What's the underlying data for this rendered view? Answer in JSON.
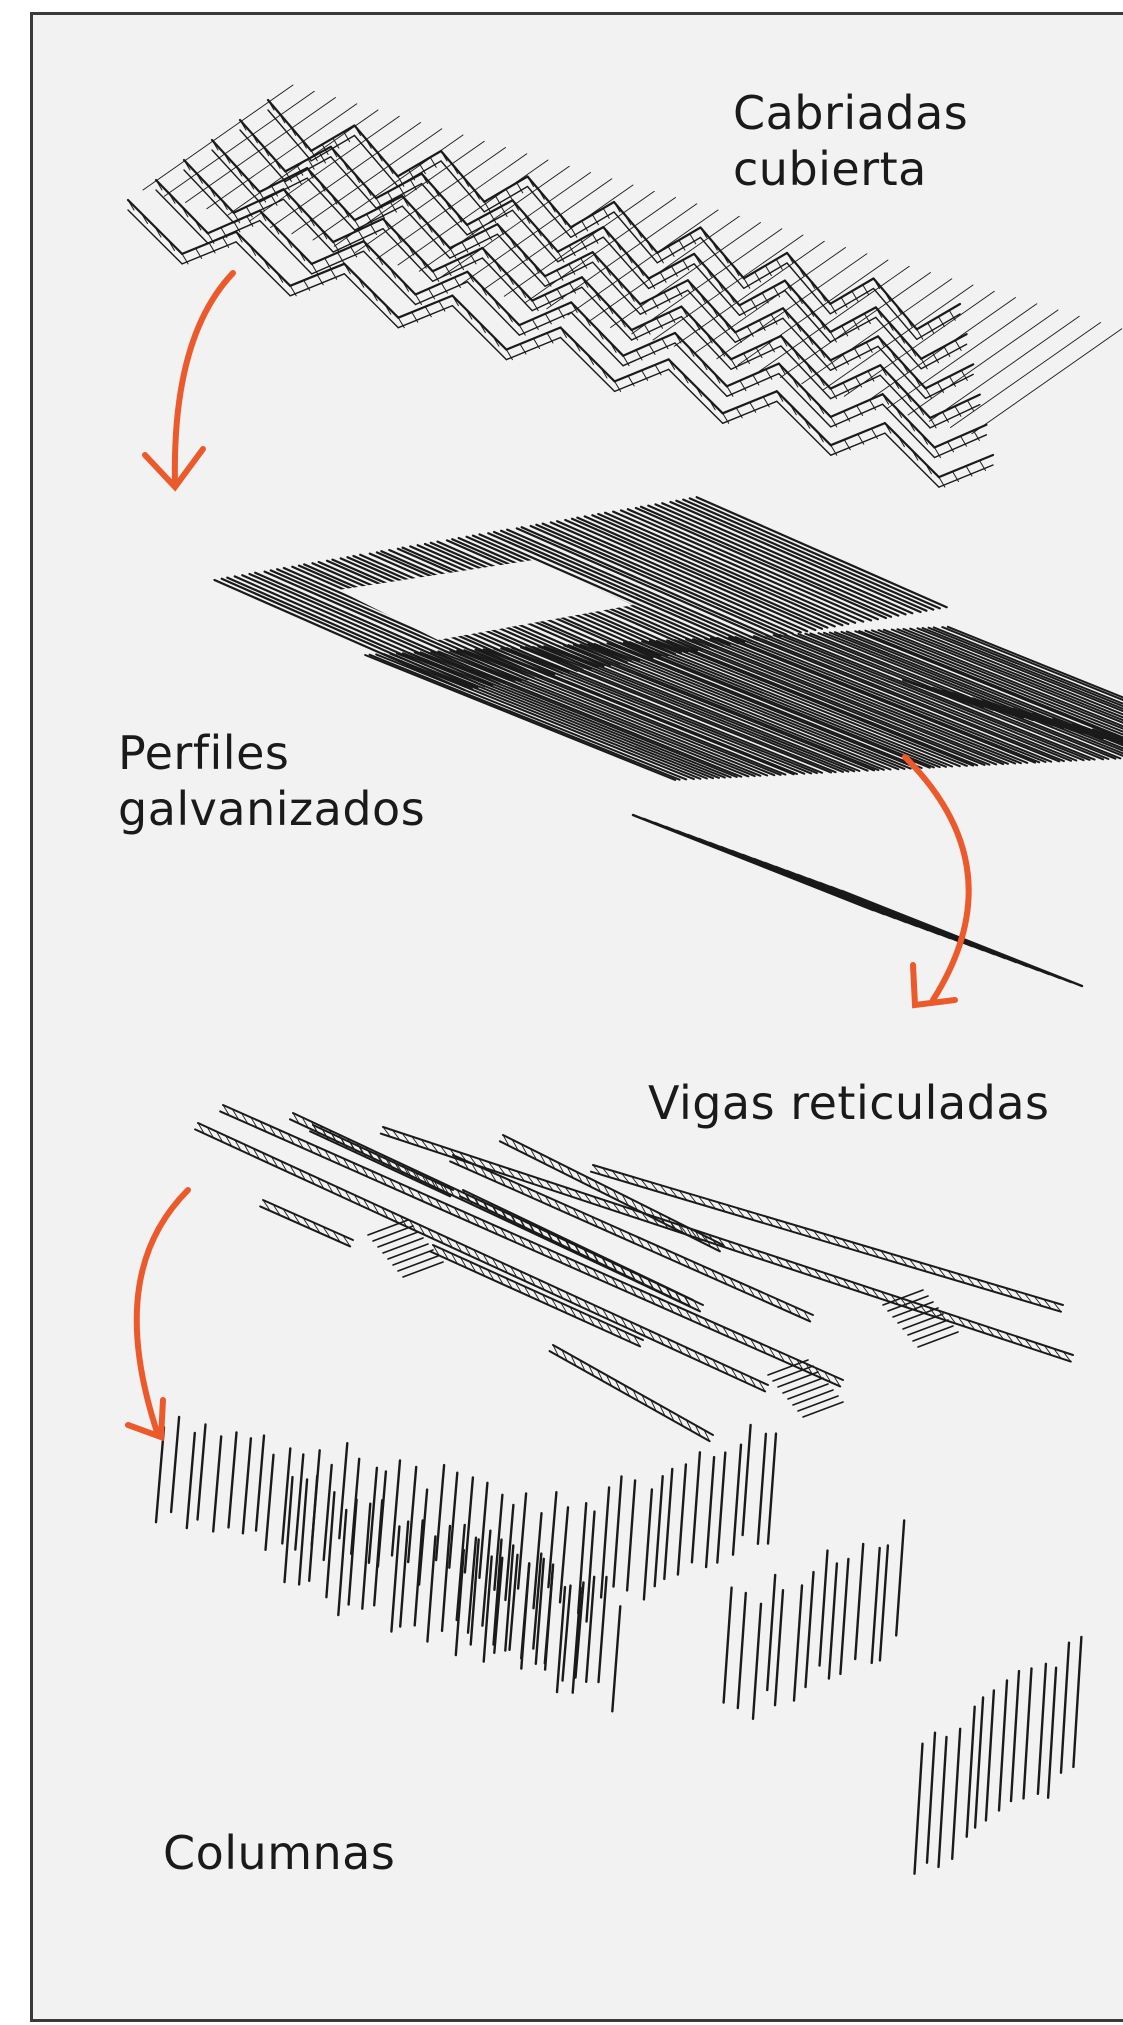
{
  "diagram": {
    "labels": {
      "cabriadas_line1": "Cabriadas",
      "cabriadas_line2": "cubierta",
      "perfiles_line1": "Perfiles",
      "perfiles_line2": "galvanizados",
      "vigas": "Vigas reticuladas",
      "columnas": "Columnas"
    },
    "layers": [
      {
        "name": "Cabriadas cubierta",
        "icon": "roof-truss-drawing"
      },
      {
        "name": "Perfiles galvanizados",
        "icon": "galvanized-profiles-drawing"
      },
      {
        "name": "Vigas reticuladas",
        "icon": "lattice-beams-drawing"
      },
      {
        "name": "Columnas",
        "icon": "columns-drawing"
      }
    ],
    "colors": {
      "arrow": "#ec5a2c",
      "ink": "#1a1a1a",
      "background": "#f2f2f2",
      "border": "#3a3a3a"
    }
  }
}
